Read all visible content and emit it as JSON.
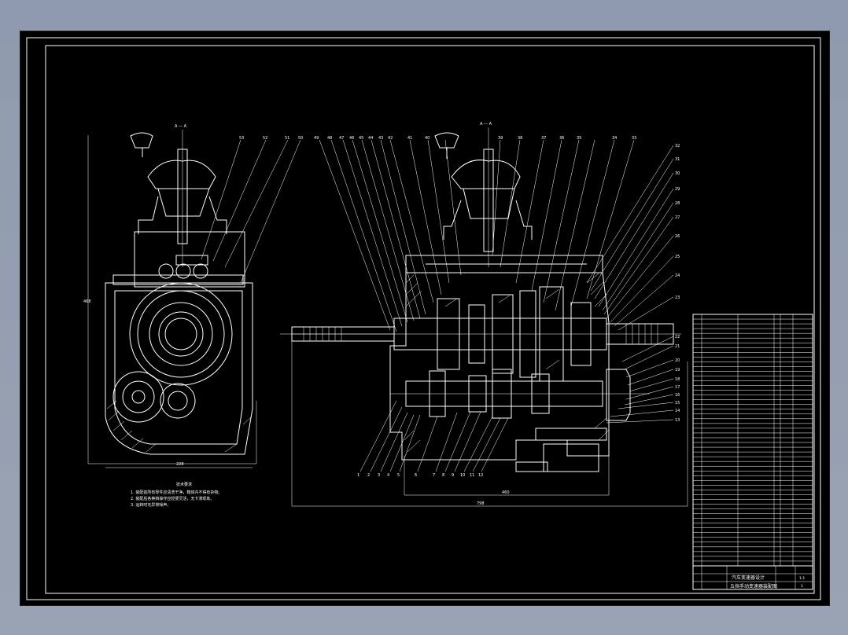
{
  "viewport": {
    "background": "#000000",
    "line_color": "#ffffff"
  },
  "views": {
    "section_mark_left": "A — A",
    "section_mark_right": "A — A"
  },
  "dimensions": {
    "left_bottom": "228",
    "left_side": "468",
    "right_bottom_inner": "460",
    "right_bottom_outer": "798"
  },
  "callouts_top": [
    "53",
    "52",
    "51",
    "50",
    "49",
    "48",
    "47",
    "46",
    "45",
    "44",
    "43",
    "42",
    "41",
    "40",
    "39",
    "38",
    "37",
    "36",
    "35",
    "34",
    "33"
  ],
  "callouts_right": [
    "32",
    "31",
    "30",
    "29",
    "28",
    "27",
    "26",
    "25",
    "24",
    "23",
    "22",
    "21",
    "20",
    "19",
    "18",
    "17",
    "16",
    "15",
    "14",
    "13"
  ],
  "callouts_bottom": [
    "1",
    "2",
    "3",
    "4",
    "5",
    "6",
    "7",
    "8",
    "9",
    "10",
    "11",
    "12"
  ],
  "notes": {
    "title": "技术要求",
    "lines": [
      "1. 装配前所有零件应清洗干净，箱体内不得有杂物。",
      "2. 装配后各换挡操作应轻便灵活，无卡滞现象。",
      "3. 运转时无异常噪声。"
    ]
  },
  "title_block": {
    "drawing_title": "汽车变速器设计",
    "subtitle": "五挡手动变速器装配图",
    "scale": "1:1",
    "sheet": "1"
  }
}
